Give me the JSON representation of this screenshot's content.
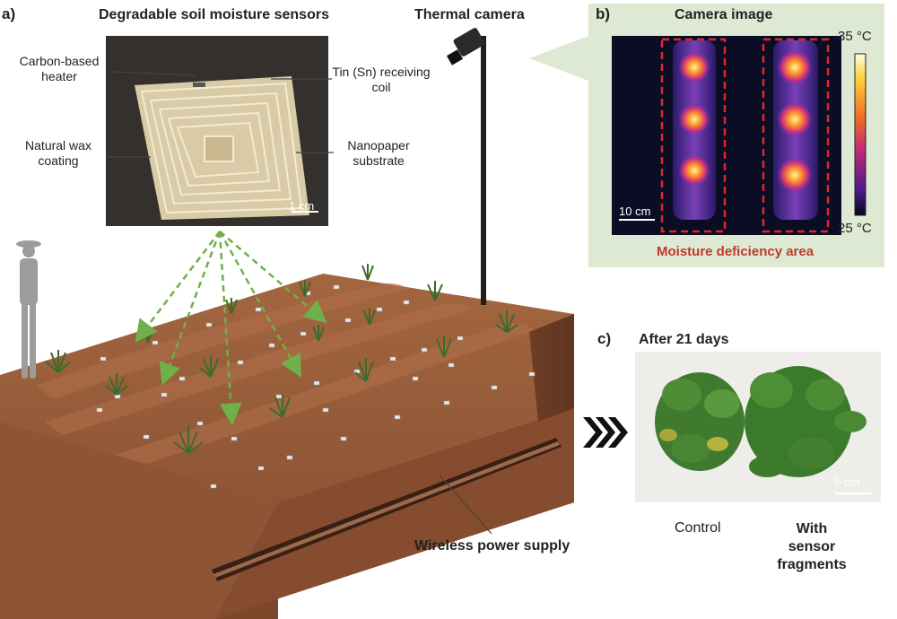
{
  "panel_a": {
    "letter": "a)",
    "title": "Degradable soil moisture sensors",
    "sensor_labels": {
      "heater": "Carbon-based heater",
      "coil": "Tin (Sn) receiving coil",
      "wax": "Natural wax coating",
      "substrate": "Nanopaper substrate"
    },
    "scale_bar": "1 cm",
    "thermal_camera": "Thermal camera",
    "wireless": "Wireless power supply"
  },
  "panel_b": {
    "letter": "b)",
    "title": "Camera image",
    "scale_bar": "10 cm",
    "colorbar_max": "35 °C",
    "colorbar_min": "25 °C",
    "caption": "Moisture deficiency area",
    "caption_color": "#c0392b"
  },
  "panel_c": {
    "letter": "c)",
    "title": "After 21 days",
    "scale_bar": "5 cm",
    "control": "Control",
    "with_sensor": "With sensor fragments"
  },
  "colors": {
    "soil": "#8a5236",
    "soil_top": "#9a5e3e",
    "panel_b_bg": "#dde9d3",
    "arrow": "#7dbb52"
  }
}
